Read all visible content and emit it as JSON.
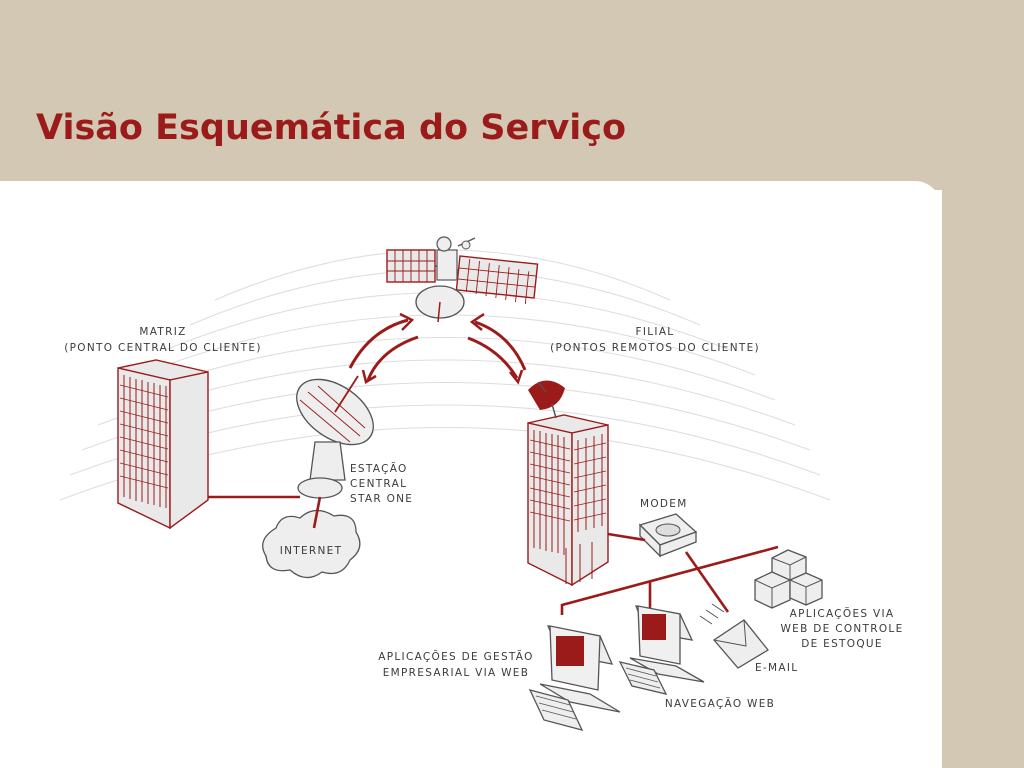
{
  "title": "Visão Esquemática do Serviço",
  "labels": {
    "matriz_1": "MATRIZ",
    "matriz_2": "(PONTO CENTRAL DO CLIENTE)",
    "filial_1": "FILIAL",
    "filial_2": "(PONTOS REMOTOS DO CLIENTE)",
    "estacao_1": "ESTAÇÃO",
    "estacao_2": "CENTRAL",
    "estacao_3": "STAR ONE",
    "internet": "INTERNET",
    "modem": "MODEM",
    "apps_estoque_1": "APLICAÇÕES VIA",
    "apps_estoque_2": "WEB DE CONTROLE",
    "apps_estoque_3": "DE ESTOQUE",
    "apps_gestao_1": "APLICAÇÕES DE GESTÃO",
    "apps_gestao_2": "EMPRESARIAL VIA WEB",
    "email": "E-MAIL",
    "navegacao": "NAVEGAÇÃO WEB"
  },
  "colors": {
    "accent": "#9b1b1b",
    "background": "#d3c8b3",
    "panel": "#ffffff"
  }
}
